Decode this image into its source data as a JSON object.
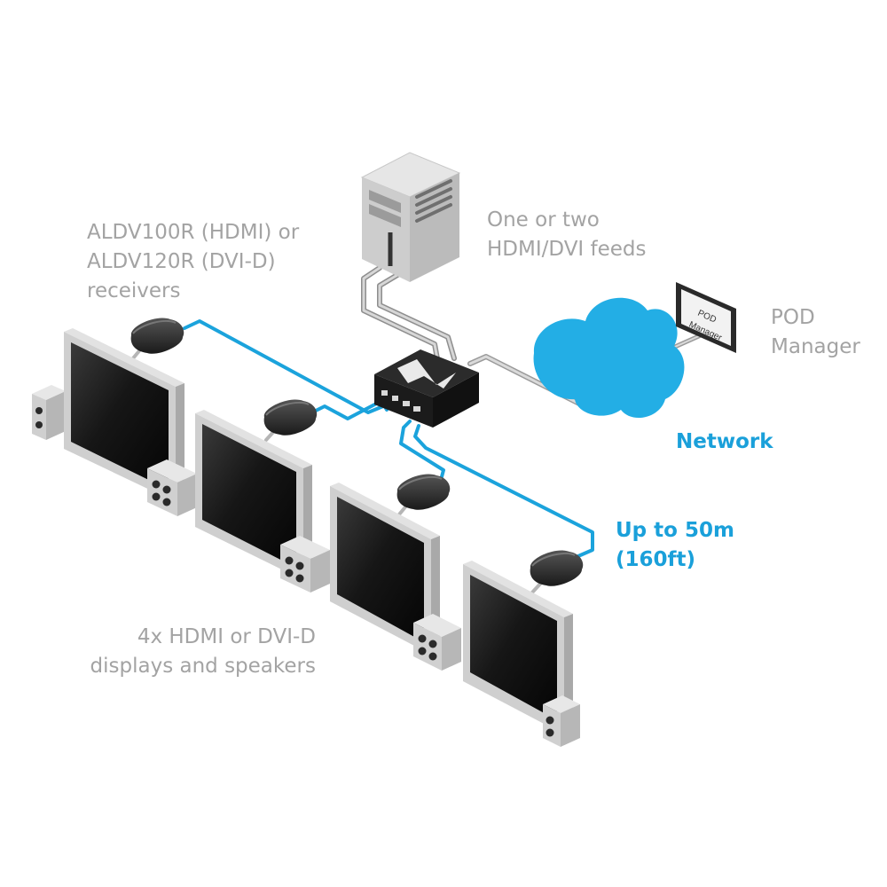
{
  "colors": {
    "cable_blue": "#1ba3dc",
    "cable_gray": "#b9b9b9",
    "cloud_blue": "#23aee5",
    "label_gray": "#a3a3a3",
    "label_blue": "#1aa0da"
  },
  "labels": {
    "receivers": {
      "line1": "ALDV100R (HDMI) or",
      "line2": "ALDV120R (DVI-D)",
      "line3": "receivers"
    },
    "feeds": {
      "line1": "One or two",
      "line2": "HDMI/DVI feeds"
    },
    "pod": {
      "line1": "POD",
      "line2": "Manager"
    },
    "network": "Network",
    "distance": {
      "line1": "Up to 50m",
      "line2": "(160ft)"
    },
    "displays": {
      "line1": "4x HDMI or DVI-D",
      "line2": "displays and speakers"
    }
  },
  "pod_device": {
    "line1": "POD",
    "line2": "Manager"
  },
  "icons": [
    "server-tower-icon",
    "transmitter-hub-icon",
    "cloud-icon",
    "pod-manager-screen-icon",
    "receiver-icon",
    "display-icon",
    "speaker-icon"
  ]
}
